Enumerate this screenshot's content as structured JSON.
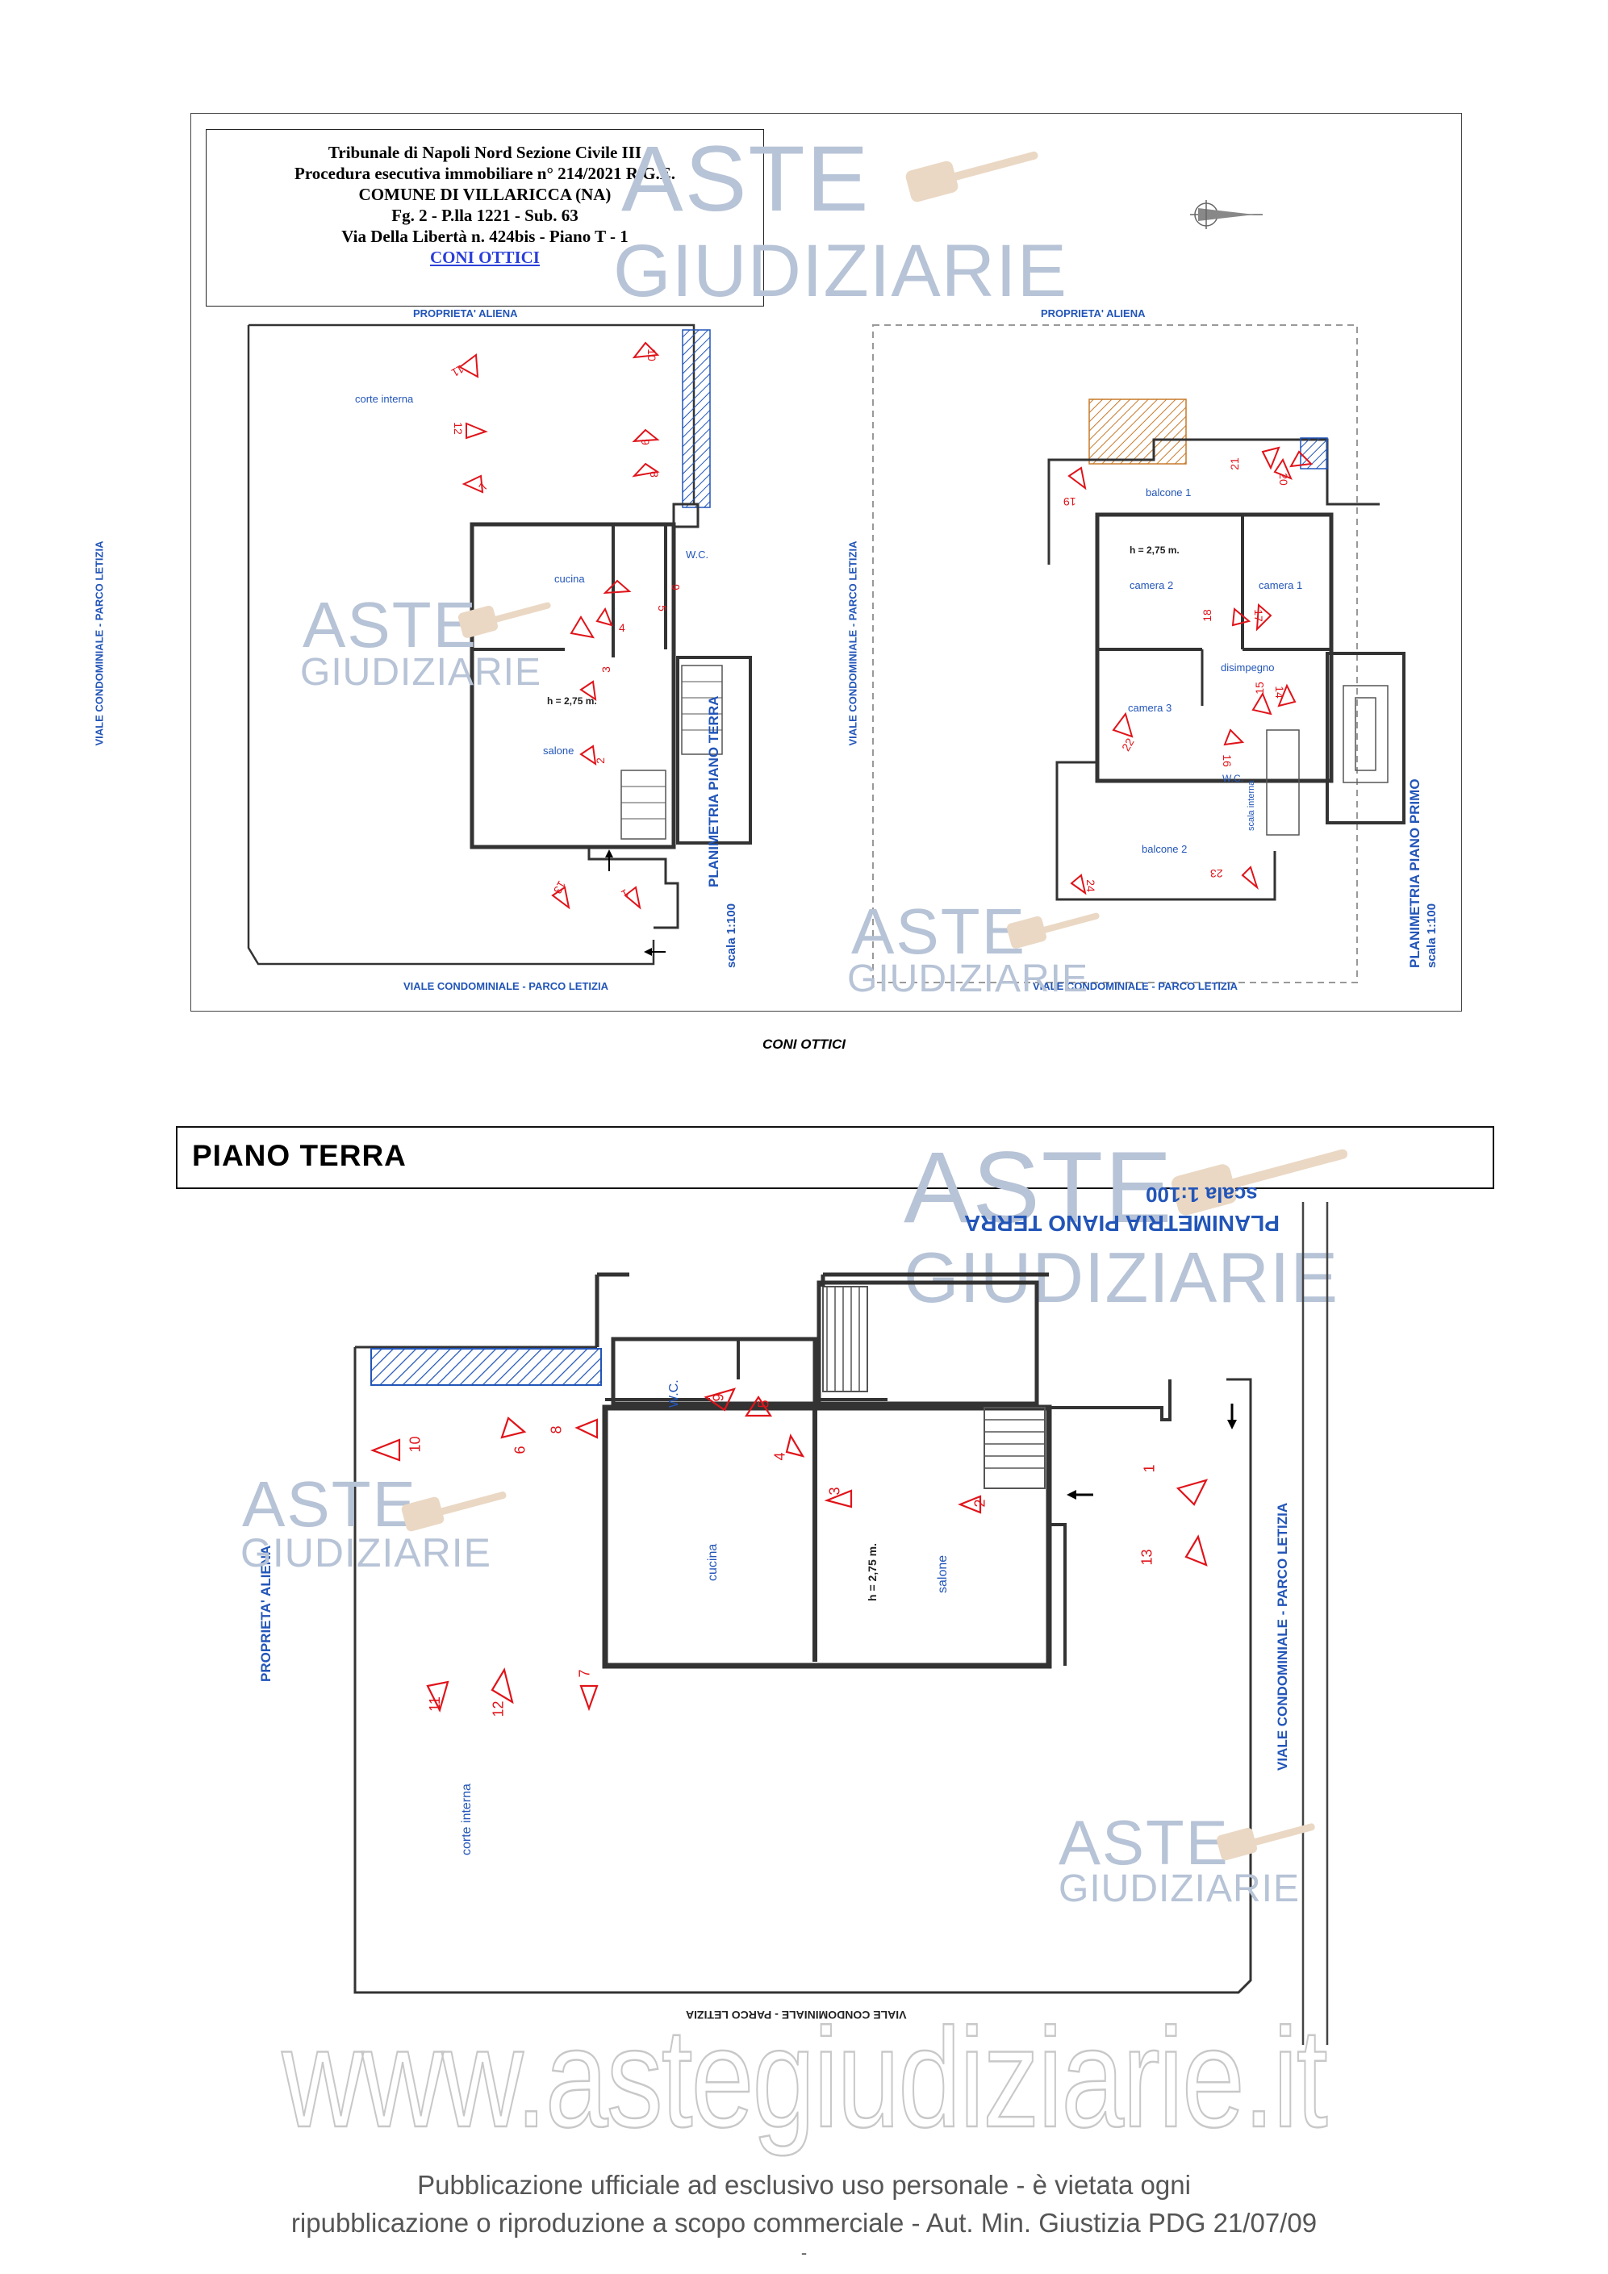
{
  "header": {
    "line1": "Tribunale di Napoli Nord Sezione Civile III",
    "line2": "Procedura esecutiva immobiliare n° 214/2021 R.G.E.",
    "line3": "COMUNE DI VILLARICCA (NA)",
    "line4": "Fg. 2 - P.lla 1221 - Sub. 63",
    "line5": "Via Della Libertà n. 424bis - Piano T - 1",
    "link": "CONI OTTICI"
  },
  "watermark": {
    "brand": "ASTE",
    "sub": "GIUDIZIARIE"
  },
  "plan_top": {
    "ground": {
      "prop_aliena": "PROPRIETA' ALIENA",
      "viale_left": "VIALE CONDOMINIALE - PARCO LETIZIA",
      "viale_bottom": "VIALE CONDOMINIALE - PARCO LETIZIA",
      "corte": "corte interna",
      "wc": "W.C.",
      "cucina": "cucina",
      "height": "h = 2,75 m.",
      "salone": "salone",
      "title": "PLANIMETRIA PIANO TERRA",
      "scale": "scala 1:100",
      "cones": [
        "1",
        "2",
        "3",
        "4",
        "5",
        "6",
        "7",
        "8",
        "9",
        "10",
        "11",
        "12",
        "13"
      ]
    },
    "first": {
      "prop_aliena": "PROPRIETA' ALIENA",
      "viale_left": "VIALE CONDOMINIALE - PARCO LETIZIA",
      "viale_bottom": "VIALE CONDOMINIALE - PARCO LETIZIA",
      "balcone1": "balcone 1",
      "height": "h = 2,75 m.",
      "camera2": "camera 2",
      "camera1": "camera 1",
      "disimpegno": "disimpegno",
      "camera3": "camera 3",
      "wc": "W.C.",
      "scala": "scala interna",
      "balcone2": "balcone 2",
      "title": "PLANIMETRIA PIANO PRIMO",
      "scale": "scala 1:100",
      "cones": [
        "14",
        "15",
        "16",
        "17",
        "18",
        "19",
        "20",
        "21",
        "22",
        "23",
        "24"
      ]
    }
  },
  "caption": "CONI OTTICI",
  "section_title": "PIANO TERRA",
  "plan_bottom": {
    "title": "PLANIMETRIA PIANO TERRA",
    "scale": "scala 1:100",
    "prop_aliena": "PROPRIETA' ALIENA",
    "viale_right": "VIALE CONDOMINIALE - PARCO LETIZIA",
    "viale_top": "VIALE CONDOMINIALE - PARCO LETIZIA",
    "wc": "W.C.",
    "cucina": "cucina",
    "height": "h = 2,75 m.",
    "salone": "salone",
    "corte": "corte interna",
    "cones": [
      "1",
      "2",
      "3",
      "4",
      "5",
      "6",
      "7",
      "8",
      "9",
      "10",
      "11",
      "12",
      "13"
    ]
  },
  "footer": {
    "url": "www.astegiudiziarie.it",
    "line1": "Pubblicazione ufficiale ad esclusivo uso personale - è vietata ogni",
    "line2": "ripubblicazione o riproduzione a scopo commerciale - Aut. Min. Giustizia PDG 21/07/09",
    "dash": "-"
  },
  "colors": {
    "plan_blue": "#2255b8",
    "cone_red": "#e0141a",
    "watermark": "#b7c3d6",
    "wall": "#333333"
  }
}
